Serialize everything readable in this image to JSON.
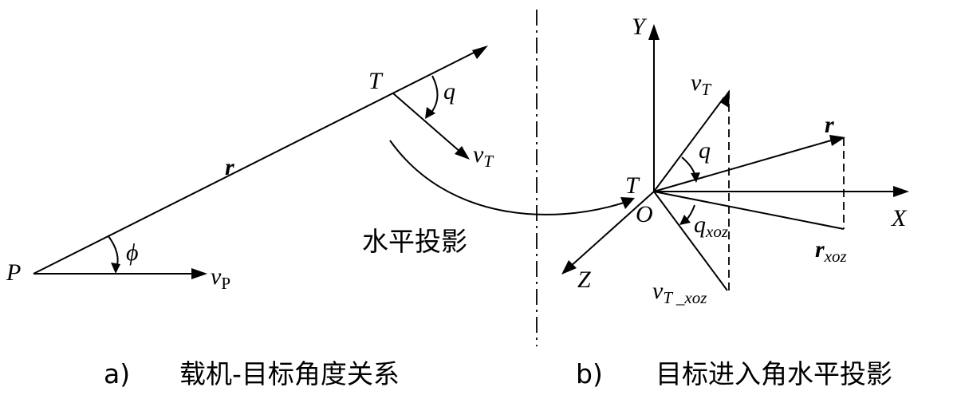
{
  "left_panel": {
    "point_p": "P",
    "point_t": "T",
    "range_vector": "r",
    "angle_phi": "ϕ",
    "angle_q": "q",
    "velocity_p": {
      "base": "v",
      "sub": "P"
    },
    "velocity_t": {
      "base": "v",
      "sub": "T"
    },
    "projection_label": "水平投影",
    "caption_letter": "a)",
    "caption_text": "载机-目标角度关系"
  },
  "right_panel": {
    "axis_x": "X",
    "axis_y": "Y",
    "axis_z": "Z",
    "origin": "O",
    "point_t": "T",
    "velocity_t": {
      "base": "v",
      "sub": "T"
    },
    "range_vector": "r",
    "angle_q": "q",
    "angle_q_xoz": {
      "base": "q",
      "sub": "xoz"
    },
    "range_xoz": {
      "base": "r",
      "sub": "xoz"
    },
    "velocity_t_xoz": {
      "base": "v",
      "sub": "T _xoz"
    },
    "caption_letter": "b)",
    "caption_text": "目标进入角水平投影"
  }
}
